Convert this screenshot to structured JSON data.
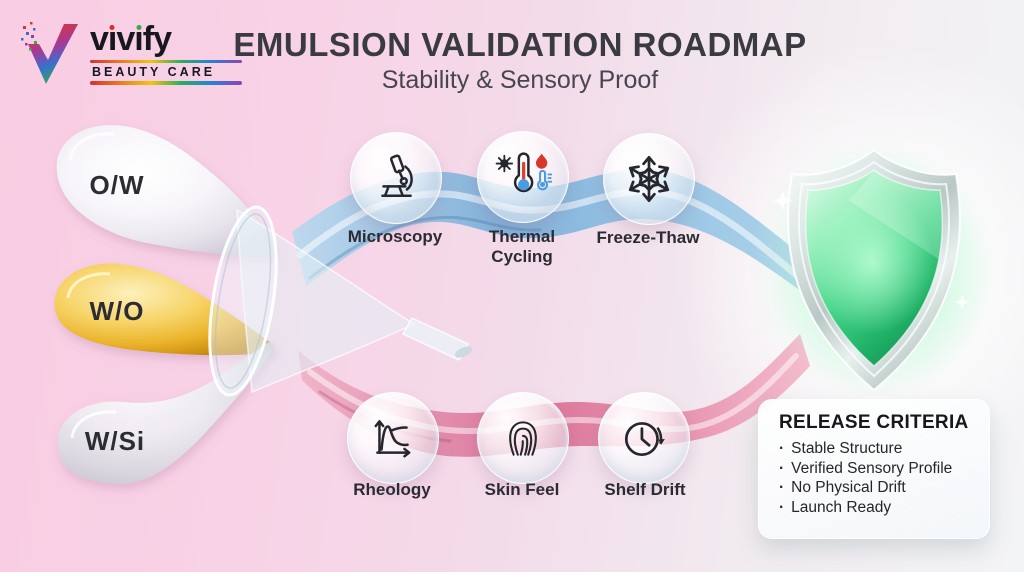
{
  "brand": {
    "name": "vivify",
    "letters": [
      "v",
      "ı",
      "v",
      "ı",
      "f",
      "y"
    ],
    "tagline": "BEAUTY CARE"
  },
  "header": {
    "title": "EMULSION VALIDATION ROADMAP",
    "subtitle": "Stability & Sensory Proof"
  },
  "emulsion_inputs": [
    {
      "label": "O/W",
      "appearance": "white-cream-droplet"
    },
    {
      "label": "W/O",
      "appearance": "golden-oil-droplet"
    },
    {
      "label": "W/Si",
      "appearance": "clear-silicone-droplet"
    }
  ],
  "stability_track": {
    "stream_color": "#7fb2da",
    "steps": [
      {
        "label": "Microscopy",
        "icon": "microscope-icon"
      },
      {
        "label": "Thermal Cycling",
        "icon": "thermal-cycling-icon"
      },
      {
        "label": "Freeze-Thaw",
        "icon": "snowflake-icon"
      }
    ]
  },
  "sensory_track": {
    "stream_color": "#dd7fa2",
    "steps": [
      {
        "label": "Rheology",
        "icon": "rheology-curve-icon"
      },
      {
        "label": "Skin Feel",
        "icon": "fingerprint-icon"
      },
      {
        "label": "Shelf Drift",
        "icon": "shelf-drift-clock-icon"
      }
    ]
  },
  "release_criteria": {
    "title": "RELEASE CRITERIA",
    "bullet": "·",
    "items": [
      "Stable Structure",
      "Verified Sensory Profile",
      "No Physical Drift",
      "Launch Ready"
    ]
  },
  "colors": {
    "background_pink": "#f8cfe4",
    "background_light": "#f3f4f6",
    "shield_green": "#3fca7f",
    "gold_droplet": "#eab32a",
    "text_dark": "#2b2b33"
  }
}
